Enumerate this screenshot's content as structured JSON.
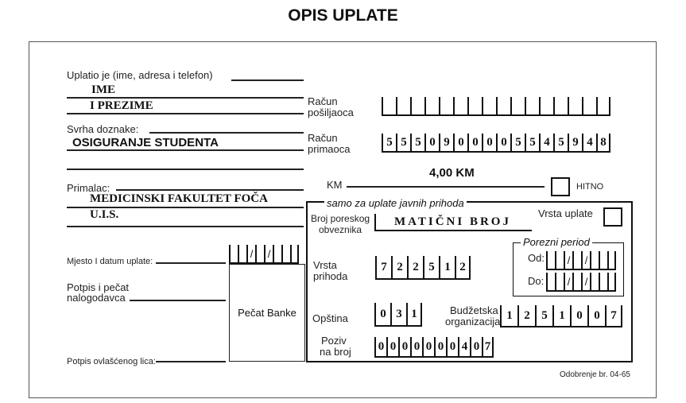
{
  "title": "OPIS UPLATE",
  "payer": {
    "label": "Uplatio je (ime, adresa i telefon)",
    "line1": "IME",
    "line2": "I PREZIME"
  },
  "purpose": {
    "label": "Svrha doznake:",
    "value": "OSIGURANJE STUDENTA"
  },
  "recipient": {
    "label": "Primalac:",
    "line1": "MEDICINSKI FAKULTET FOČA",
    "line2": "U.I.S."
  },
  "sender_account": {
    "label_line1": "Račun",
    "label_line2": "pošiljaoca"
  },
  "recipient_account": {
    "label_line1": "Račun",
    "label_line2": "primaoca",
    "digits": [
      "5",
      "5",
      "5",
      "0",
      "9",
      "0",
      "0",
      "0",
      "0",
      "5",
      "5",
      "4",
      "5",
      "9",
      "4",
      "8"
    ]
  },
  "amount": {
    "label": "KM",
    "value": "4,00 KM"
  },
  "urgent_label": "HITNO",
  "public_revenue": {
    "legend": "samo za uplate javnih prihoda",
    "tax_id_label_line1": "Broj poreskog",
    "tax_id_label_line2": "obveznika",
    "tax_id_value": "MATIČNI BROJ",
    "payment_type_label": "Vrsta uplate",
    "revenue_type_label_line1": "Vrsta",
    "revenue_type_label_line2": "prihoda",
    "revenue_type_digits": [
      "7",
      "2",
      "2",
      "5",
      "1",
      "2"
    ],
    "tax_period_legend": "Porezni period",
    "from_label": "Od:",
    "to_label": "Do:",
    "municipality_label": "Opština",
    "municipality_digits": [
      "0",
      "3",
      "1"
    ],
    "budget_org_label_line1": "Budžetska",
    "budget_org_label_line2": "organizacija",
    "budget_org_digits": [
      "1",
      "2",
      "5",
      "1",
      "0",
      "0",
      "7"
    ],
    "reference_label_line1": "Poziv",
    "reference_label_line2": "na broj",
    "reference_digits": [
      "0",
      "0",
      "0",
      "0",
      "0",
      "0",
      "0",
      "4",
      "0",
      "7"
    ]
  },
  "place_date_label": "Mjesto I datum uplate:",
  "signature_stamp_label_line1": "Potpis i pečat",
  "signature_stamp_label_line2": "nalogodavca",
  "bank_stamp_label": "Pečat Banke",
  "authorized_signature_label": "Potpis ovlašćenog lica:",
  "approval_label": "Odobrenje br. 04-65"
}
